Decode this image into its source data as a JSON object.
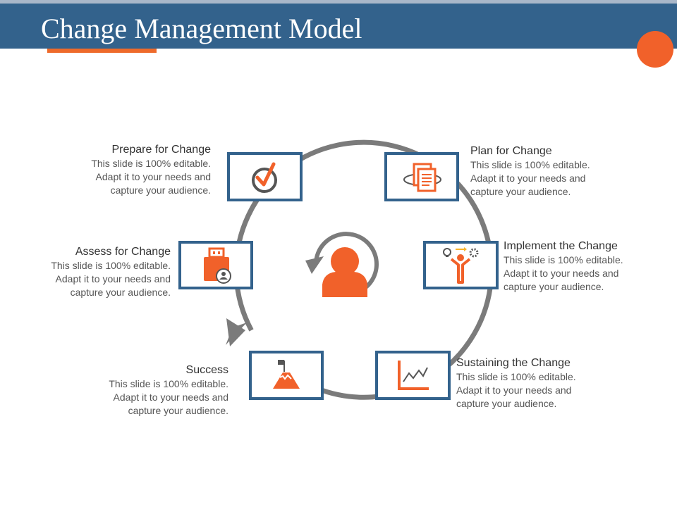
{
  "header": {
    "title": "Change Management Model"
  },
  "stages": [
    {
      "key": "prepare",
      "title": "Prepare for Change",
      "lines": [
        "This slide is 100% editable.",
        "Adapt it to your needs and",
        "capture your audience."
      ],
      "icon": "check-badge-icon"
    },
    {
      "key": "plan",
      "title": "Plan for Change",
      "lines": [
        "This slide is 100% editable.",
        "Adapt it to your needs and",
        "capture your audience."
      ],
      "icon": "documents-icon"
    },
    {
      "key": "assess",
      "title": "Assess for Change",
      "lines": [
        "This slide is 100% editable.",
        "Adapt it to your needs and",
        "capture your audience."
      ],
      "icon": "usb-drive-icon"
    },
    {
      "key": "implement",
      "title": "Implement the Change",
      "lines": [
        "This slide is 100% editable.",
        "Adapt it to your needs and",
        "capture your audience."
      ],
      "icon": "person-idea-gear-icon"
    },
    {
      "key": "success",
      "title": "Success",
      "lines": [
        "This slide is 100% editable.",
        "Adapt it to your needs and",
        "capture your audience."
      ],
      "icon": "mountain-flag-icon"
    },
    {
      "key": "sustain",
      "title": "Sustaining the Change",
      "lines": [
        "This slide is 100% editable.",
        "Adapt it to your needs and",
        "capture your audience."
      ],
      "icon": "line-chart-icon"
    }
  ],
  "center": {
    "icon": "user-cycle-icon"
  },
  "colors": {
    "accent": "#f1612a",
    "primary": "#33628c",
    "ring": "#7b7b7b"
  }
}
